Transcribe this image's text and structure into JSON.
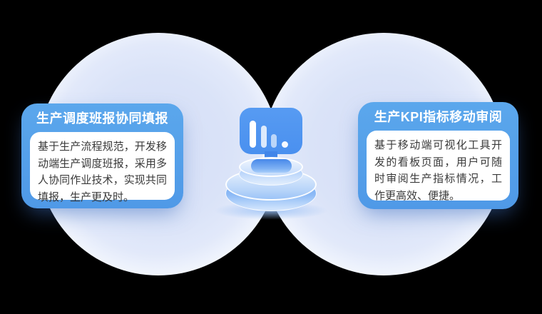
{
  "diagram": {
    "type": "infographic-feature-diagram",
    "background_color": "#000000",
    "circle_color": "#dae3f8",
    "card_color": "#529de8",
    "icon_color": "#4a90ef"
  },
  "cards": [
    {
      "side": "left",
      "title": "生产调度班报协同填报",
      "body": "基于生产流程规范，开发移动端生产调度班报，采用多人协同作业技术，实现共同填报，生产更及时。"
    },
    {
      "side": "right",
      "title": "生产KPI指标移动审阅",
      "body": "基于移动端可视化工具开发的看板页面，用户可随时审阅生产指标情况，工作更高效、便捷。"
    }
  ],
  "center": {
    "icon": "dashboard-bar-chart-icon",
    "pedestal": "two-tier-3d-podium"
  }
}
